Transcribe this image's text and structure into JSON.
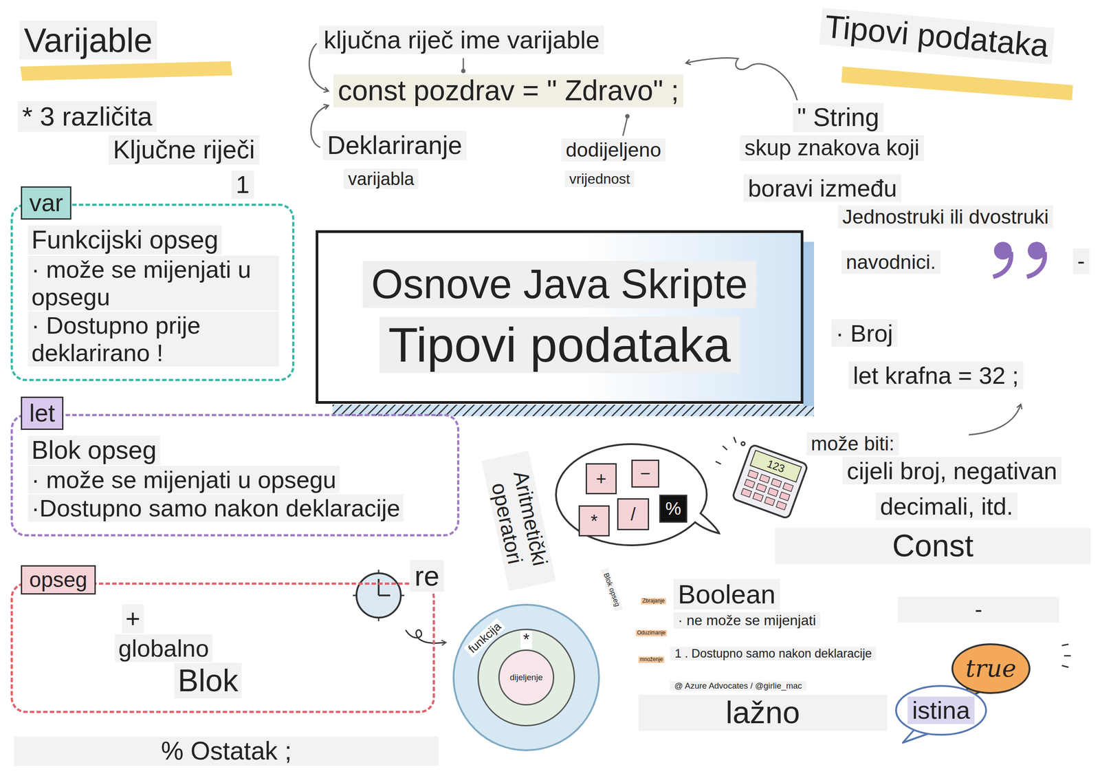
{
  "diagram": {
    "nodes": [
      {
        "text": [
          "var",
          "Funkcijski opseg",
          "· može se mijenjati u opsegu",
          "· Dostupno prije deklarirano !"
        ]
      },
      {
        "text": [
          "let",
          "Blok opseg",
          "· može se mijenjati u opsegu",
          "·Dostupno samo nakon deklaracije"
        ]
      },
      {
        "text": [
          "opseg",
          "+",
          "globalno",
          "Blok"
        ]
      },
      {
        "text": [
          "Osnove Java Skripte",
          "Tipovi podataka"
        ]
      },
      {
        "text": [
          "+",
          "−",
          "*",
          "/",
          "%"
        ]
      },
      {
        "text": [
          "funkcija"
        ]
      },
      {
        "text": [
          "*"
        ],
        "in": 5
      },
      {
        "text": [
          "dijeljenje"
        ],
        "in": 6
      },
      {
        "text": [
          "true"
        ]
      },
      {
        "text": [
          "istina"
        ]
      }
    ],
    "labels": [
      "Varijable",
      "* 3 različita",
      "Ključne riječi",
      "1",
      "ključna riječ ime varijable",
      "const pozdrav = \" Zdravo\" ;",
      "Deklariranje",
      "varijabla",
      "dodijeljeno",
      "vrijednost",
      "Tipovi podataka",
      "\" String",
      "skup znakova koji",
      "boravi između",
      "Jednostruki ili dvostruki",
      "navodnici.",
      "-",
      "· Broj",
      "let krafna = 32 ;",
      "može biti:",
      "cijeli broj, negativan",
      "decimali, itd.",
      "Const",
      "Aritmetički operatori",
      "re",
      "Blok opseg",
      "Zbrajanje",
      "Oduzimanje",
      "množenje",
      "Boolean",
      "· ne može se mijenjati",
      "1 . Dostupno samo nakon deklaracije",
      "@ Azure Advocates / @girlie_mac",
      "lažno",
      "-",
      "% Ostatak ;",
      "123"
    ]
  }
}
